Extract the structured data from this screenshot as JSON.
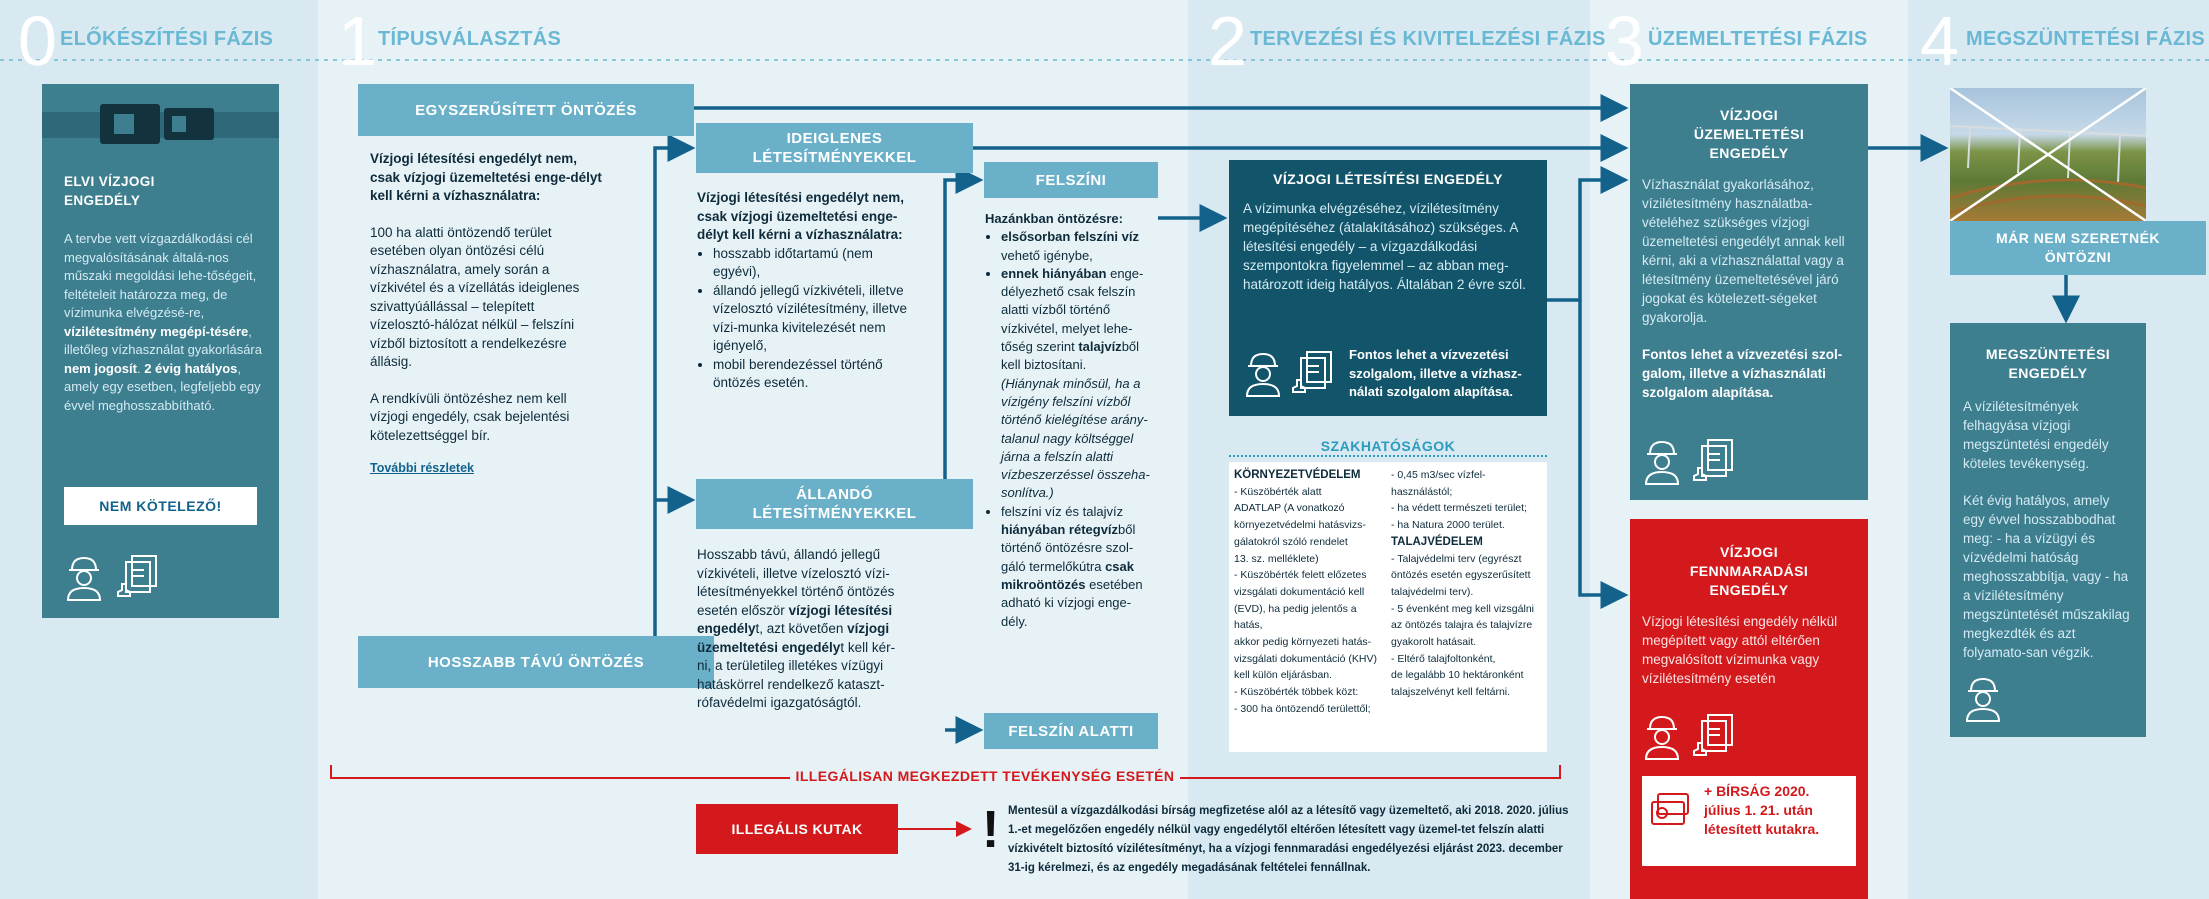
{
  "phases": [
    {
      "num": "0",
      "title": "ELŐKÉSZÍTÉSI FÁZIS"
    },
    {
      "num": "1",
      "title": "TÍPUSVÁLASZTÁS"
    },
    {
      "num": "2",
      "title": "TERVEZÉSI ÉS KIVITELEZÉSI FÁZIS"
    },
    {
      "num": "3",
      "title": "ÜZEMELTETÉSI FÁZIS"
    },
    {
      "num": "4",
      "title": "MEGSZÜNTETÉSI FÁZIS"
    }
  ],
  "phase0": {
    "card_title": "ELVI VÍZJOGI ENGEDÉLY",
    "body_1": "A tervbe vett vízgazdálkodási cél megvalósításának általá-nos műszaki megoldási lehe-tőségeit, feltételeit határozza meg, de vízimunka elvégzésé-re,",
    "body_bold_1": "vízilétesítmény megépí-tésére",
    "body_2": ", illetőleg vízhasználat gyakorlására",
    "body_bold_2": "nem jogosít",
    "body_3": ".",
    "body_bold_3": "2 évig hatályos",
    "body_4": ", amely egy esetben, legfeljebb egy évvel meghosszabbítható.",
    "button": "NEM KÖTELEZŐ!"
  },
  "phase1": {
    "simplified_header": "EGYSZERŰSÍTETT ÖNTÖZÉS",
    "simplified_bold": "Vízjogi létesítési engedélyt nem, csak vízjogi üzemeltetési enge-délyt kell kérni a vízhasználatra:",
    "simplified_p1": "100 ha alatti öntözendő terület esetében olyan öntözési célú vízhasználatra, amely során a vízkivétel és a vízellátás ideiglenes szivattyúállással – telepített vízelosztó-hálózat nélkül – felszíni vízből biztosított a rendelkezésre állásig.",
    "simplified_p2": "A rendkívüli öntözéshez nem kell vízjogi engedély, csak bejelentési kötelezettséggel bír.",
    "more_link": "További részletek",
    "long_term_header": "HOSSZABB TÁVÚ ÖNTÖZÉS",
    "temporary_header": "IDEIGLENES LÉTESÍTMÉNYEKKEL",
    "temporary_bold": "Vízjogi létesítési engedélyt nem, csak vízjogi üzemeltetési enge-délyt kell kérni a vízhasználatra:",
    "temporary_bullets": [
      "hosszabb időtartamú (nem egyévi),",
      "állandó jellegű vízkivételi, illetve vízelosztó vízilétesítmény, illetve vízi-munka kivitelezését nem igényelő,",
      "mobil berendezéssel történő öntözés esetén."
    ],
    "permanent_header": "ÁLLANDÓ LÉTESÍTMÉNYEKKEL",
    "permanent_p1": "Hosszabb távú, állandó jellegű vízkivételi, illetve vízelosztó vízi-létesítményekkel történő öntözés esetén először",
    "permanent_b1": "vízjogi létesítési engedély",
    "permanent_p2": "t, azt követően",
    "permanent_b2": "vízjogi üzemeltetési engedély",
    "permanent_p3": "t kell kér-ni, a területileg illetékes vízügyi hatáskörrel rendelkező kataszt-rófavédelmi igazgatóságtól.",
    "surface_header": "FELSZÍNI",
    "surface_intro": "Hazánkban öntözésre:",
    "surface_b1_bold": "elsősorban felszíni víz",
    "surface_b1": " vehető igénybe,",
    "surface_b2_bold": "ennek hiányában",
    "surface_b2": " enge-délyezhető csak felszín alatti vízből történő vízkivétel, melyet lehe-tőség szerint",
    "surface_b2_bold2": "talajvíz",
    "surface_b2_end": "ből kell biztosítani.",
    "surface_italic": "(Hiánynak minősül, ha a vízigény felszíni vízből történő kielégítése arány-talanul nagy költséggel járna a felszín alatti vízbeszerzéssel összeha-sonlítva.)",
    "surface_b3": "felszíni víz és talajvíz",
    "surface_b3_bold": "hiányában rétegvíz",
    "surface_b3_end": "ből történő öntözésre szol-gáló termelőkútra",
    "surface_b3_bold2": "csak mikroöntözés",
    "surface_b3_end2": " esetében adható ki vízjogi enge-dély.",
    "underground_header": "FELSZÍN ALATTI"
  },
  "phase2": {
    "permit_title": "VÍZJOGI LÉTESÍTÉSI ENGEDÉLY",
    "permit_body": "A vízimunka elvégzéséhez, vízilétesítmény megépítéséhez (átalakításához) szükséges. A létesítési engedély – a vízgazdálkodási szempontokra figyelemmel – az abban meg-határozott ideig hatályos. Általában 2 évre szól.",
    "permit_note": "Fontos lehet a vízvezetési szolgalom, illetve a vízhasz-nálati szolgalom alapítása.",
    "authorities_title": "SZAKHATÓSÁGOK",
    "env_title": "KÖRNYEZETVÉDELEM",
    "env_lines": [
      "- Küszöbérték alatt",
      "ADATLAP (A vonatkozó",
      "környezetvédelmi hatásvizs-",
      "gálatokról szóló rendelet",
      "13. sz. melléklete)",
      "- Küszöbérték felett előzetes",
      "vizsgálati dokumentáció kell",
      "(EVD), ha pedig jelentős a hatás,",
      "akkor pedig környezeti hatás-",
      "vizsgálati dokumentáció (KHV)",
      "kell külön eljárásban.",
      "- Küszöbérték többek közt:",
      "- 300 ha öntözendő területtől;"
    ],
    "env_lines_2": [
      "- 0,45 m3/sec vízfel-",
      "használástól;",
      "- ha védett természeti terület;",
      "- ha Natura 2000 terület."
    ],
    "soil_title": "TALAJVÉDELEM",
    "soil_lines": [
      "- Talajvédelmi terv (egyrészt",
      "öntözés esetén egyszerűsített",
      "talajvédelmi terv).",
      "- 5 évenként meg kell vizsgálni",
      "az öntözés talajra és talajvízre",
      "gyakorolt hatásait.",
      "- Eltérő talajfoltonként,",
      "de legalább 10 hektáronként",
      "talajszelvényt kell feltárni."
    ]
  },
  "illegal": {
    "banner": "ILLEGÁLISAN MEGKEZDETT TEVÉKENYSÉG ESETÉN",
    "wells_button": "ILLEGÁLIS KUTAK",
    "notice": "Mentesül a vízgazdálkodási bírság megfizetése alól az a létesítő vagy üzemeltető, aki 2018. 2020. július 1.-et megelőzően engedély nélkül vagy engedélytől eltérően létesített vagy üzemel-tet felszín alatti vízkivételt biztosító vízilétesítményt, ha a vízjogi fennmaradási engedélyezési eljárást 2023. december 31-ig kérelmezi, és az engedély megadásának feltételei fennállnak."
  },
  "phase3": {
    "operation_title": "VÍZJOGI ÜZEMELTETÉSI ENGEDÉLY",
    "operation_body": "Vízhasználat gyakorlásához, vízilétesítmény használatba-vételéhez szükséges vízjogi üzemeltetési engedélyt annak kell kérni, aki a vízhasználattal vagy a létesítmény üzemeltetésével járó jogokat és kötelezett-ségeket gyakorolja.",
    "operation_note": "Fontos lehet a vízvezetési szol-galom, illetve a vízhasználati szolgalom alapítása.",
    "retention_title": "VÍZJOGI FENNMARADÁSI ENGEDÉLY",
    "retention_body": "Vízjogi létesítési engedély nélkül megépített vagy attól eltérően megvalósított vízimunka vagy vízilétesítmény esetén",
    "fine_text": "+ BÍRSÁG 2020. július 1. 21. után létesített kutakra."
  },
  "phase4": {
    "photo_caption": "MÁR NEM SZERETNÉK ÖNTÖZNI",
    "termination_title": "MEGSZÜNTETÉSI ENGEDÉLY",
    "termination_p1": "A vízilétesítmények felhagyása vízjogi megszüntetési engedély köteles tevékenység.",
    "termination_p2": "Két évig hatályos, amely egy évvel hosszabbodhat meg: - ha a vízügyi és vízvédelmi hatóság meghosszabbítja, vagy - ha a vízilétesítmény megszüntetését műszakilag megkezdték és azt folyamato-san végzik."
  },
  "colors": {
    "dark_teal": "#2a6e80",
    "teal": "#3e7f90",
    "light_header": "#6ab0c9",
    "red": "#d3191c",
    "arrow": "#12628c"
  }
}
